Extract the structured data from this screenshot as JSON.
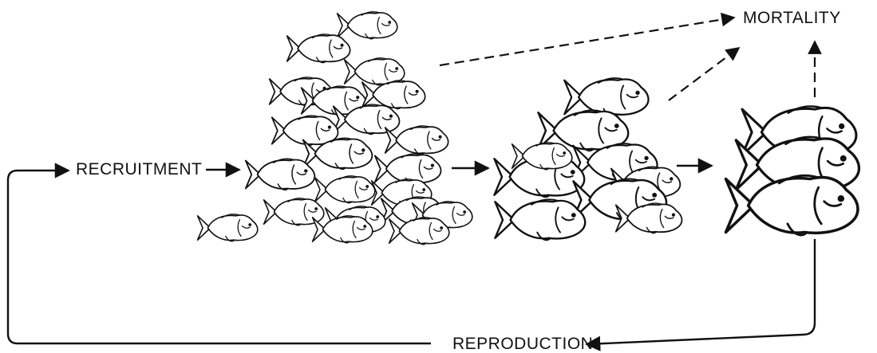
{
  "labels": {
    "recruitment": "RECRUITMENT",
    "mortality": "MORTALITY",
    "reproduction": "REPRODUCTION"
  },
  "groups": {
    "juveniles": {
      "fish_count": 21
    },
    "subadults": {
      "fish_count": 9
    },
    "adults": {
      "fish_count": 3
    }
  },
  "colors": {
    "ink": "#111111",
    "background": "#ffffff"
  }
}
